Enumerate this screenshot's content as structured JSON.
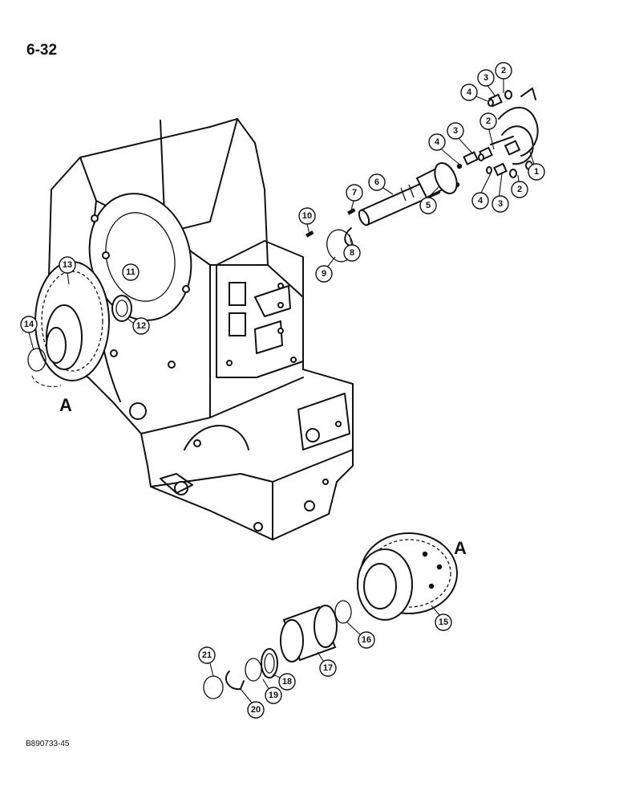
{
  "page_number": "6-32",
  "figure_code": "B890733-45",
  "view_letters": [
    "A",
    "A"
  ],
  "callouts": [
    "1",
    "2",
    "3",
    "4",
    "2",
    "3",
    "4",
    "5",
    "6",
    "7",
    "8",
    "9",
    "10",
    "11",
    "12",
    "13",
    "14",
    "15",
    "16",
    "17",
    "18",
    "19",
    "20",
    "21",
    "2",
    "3",
    "4"
  ]
}
